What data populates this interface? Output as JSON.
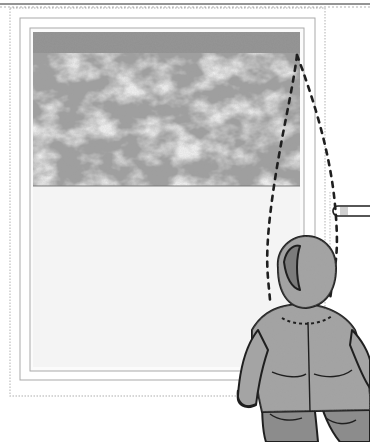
{
  "scene": {
    "subject": "person-in-hood-at-window",
    "palette": {
      "background": "#ffffff",
      "frame_outline": "#a9a9a9",
      "frame_dots": "#c8c8c8",
      "blind_rail": "#8f8f8f",
      "sky": "#9f9f9f",
      "cloud_light": "#e6e6e6",
      "sill_fill": "#f4f4f4",
      "figure_fill": "#a4a4a4",
      "figure_shadow": "#7c7c7c",
      "ink": "#1f1f1f"
    },
    "elements": {
      "window": "window-frame",
      "blind": "roller-blind",
      "pull_cord": "dashed-cord",
      "handle": "window-handle",
      "figure": "hooded-figure"
    }
  }
}
